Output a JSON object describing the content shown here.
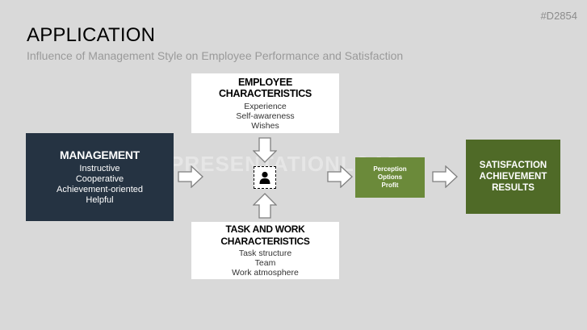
{
  "slide": {
    "code": "#D2854",
    "title": "APPLICATION",
    "subtitle": "Influence of Management Style on Employee Performance and Satisfaction"
  },
  "employee": {
    "heading": "EMPLOYEE CHARACTERISTICS",
    "items": [
      "Experience",
      "Self-awareness",
      "Wishes"
    ]
  },
  "management": {
    "heading": "MANAGEMENT",
    "items": [
      "Instructive",
      "Cooperative",
      "Achievement-oriented",
      "Helpful"
    ]
  },
  "task": {
    "heading_lines": [
      "TASK AND WORK",
      "CHARACTERISTICS"
    ],
    "items": [
      "Task structure",
      "Team",
      "Work atmosphere"
    ]
  },
  "perception": {
    "items": [
      "Perception",
      "Options",
      "Profit"
    ]
  },
  "satisfaction": {
    "lines": [
      "SATISFACTION",
      "ACHIEVEMENT",
      "RESULTS"
    ]
  },
  "watermark": "PRESENTATIONLOAD",
  "colors": {
    "background": "#d9d9d9",
    "management_fill": "#253342",
    "perception_fill": "#6b8a3a",
    "satisfaction_fill": "#4f6a27",
    "arrow_fill": "#ffffff",
    "arrow_stroke": "#7f7f7f"
  },
  "icons": {
    "center": "person-icon",
    "arrows": "block-arrow-icon"
  }
}
